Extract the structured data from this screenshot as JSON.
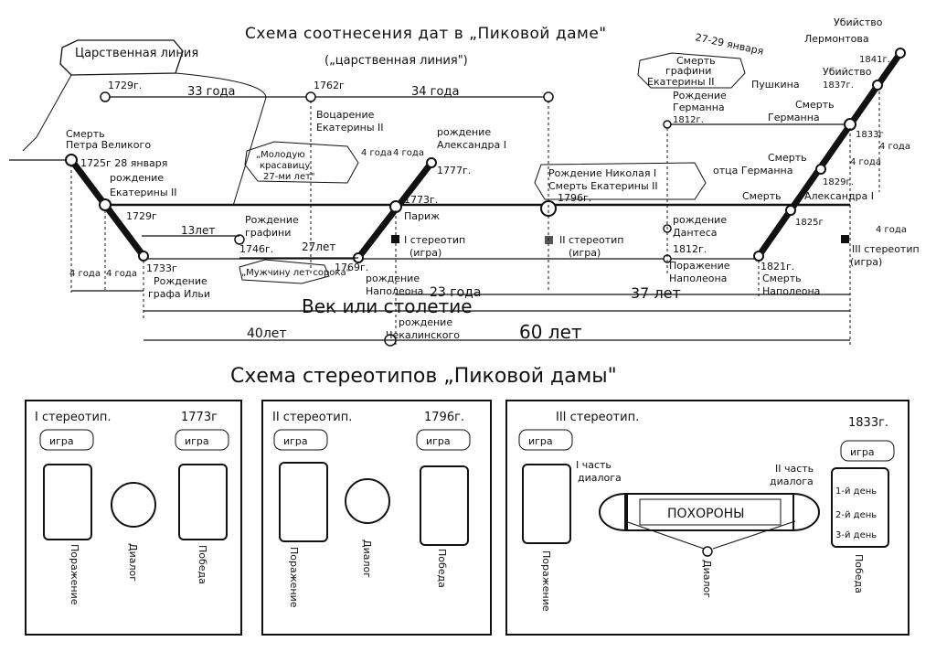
{
  "schema1": {
    "title": "Схема соотнесения дат в „Пиковой даме\"",
    "subtitle": "(„царственная линия\")",
    "royal_line_tag": "Царственная линия",
    "peter": {
      "line1": "Смерть",
      "line2": "Петра Великого",
      "date": "1725г 28 января"
    },
    "ekaterina_birth": {
      "line1": "рождение",
      "line2": "Екатерины II",
      "date": "1729г"
    },
    "ilya": {
      "date": "1733г",
      "line1": "Рождение",
      "line2": "графа Ильи"
    },
    "y1729": "1729г.",
    "gap33": "33 года",
    "y1762": "1762г",
    "accession": {
      "line1": "Воцарение",
      "line2": "Екатерины II"
    },
    "gap34": "34 года",
    "beauty": {
      "line1": "„Молодую",
      "line2": "красавицу",
      "line3": "27-ми лет\""
    },
    "four_a": "4 года",
    "four_b": "4 года",
    "alexander_birth": {
      "line1": "рождение",
      "line2": "Александра I",
      "date": "1777г."
    },
    "y1773": "1773г.",
    "paris": "Париж",
    "countess": {
      "line1": "Рождение",
      "line2": "графини",
      "date": "1746г."
    },
    "gap13": "13лет",
    "gap27": "27лет",
    "man40": "„Мужчину лет сорока\"",
    "y1769": "1769г.",
    "napoleon_birth": {
      "line1": "рождение",
      "line2": "Наполеона"
    },
    "stereo1": {
      "line1": "I стереотип",
      "line2": "(игра)"
    },
    "nikolai": {
      "line1": "Рождение Николая I",
      "line2": "Смерть Екатерины II",
      "date": "1796г."
    },
    "stereo2": {
      "line1": "II стереотип",
      "line2": "(игра)"
    },
    "gap23": "23 года",
    "gap37": "37 лет",
    "dantes": {
      "line1": "рождение",
      "line2": "Дантеса",
      "date": "1812г."
    },
    "napoleon_defeat": {
      "line1": "Поражение",
      "line2": "Наполеона"
    },
    "y1821": "1821г.",
    "napoleon_death": {
      "line1": "Смерть",
      "line2": "Наполеона"
    },
    "y1825": "1825г",
    "alexander_death": {
      "line1": "Смерть",
      "line2": "Александра I"
    },
    "y1829": "1829г.",
    "father_death": {
      "line1": "Смерть",
      "line2": "отца Германна"
    },
    "y1833": "1833г",
    "german_death": {
      "line1": "Смерть",
      "line2": "Германна"
    },
    "german_birth": {
      "line1": "Рождение",
      "line2": "Германна",
      "date": "1812г."
    },
    "countess_death": {
      "line1": "Смерть",
      "line2": "графини",
      "line3": "Екатерины II"
    },
    "jan": "27-29 января",
    "pushkin": {
      "line1": "Убийство",
      "line2": "Пушкина",
      "date": "1837г."
    },
    "lermontov": {
      "line1": "Убийство",
      "line2": "Лермонтова",
      "date": "1841г."
    },
    "stereo3": {
      "line1": "III стереотип",
      "line2": "(игра)"
    },
    "four_c": "4 года",
    "four_d": "4 года",
    "four_e": "4 года",
    "four_f": "4 года",
    "four_g": "4 года",
    "vek": "Век или столетие",
    "gap40": "40лет",
    "chekalinsky": {
      "line1": "рождение",
      "line2": "Чекалинского"
    },
    "gap60": "60 лет"
  },
  "schema2": {
    "title": "Схема стереотипов „Пиковой дамы\"",
    "panel1": {
      "heading": "I стереотип.",
      "year": "1773г",
      "game_left": "игра",
      "game_right": "игра",
      "defeat": "Поражение",
      "dialog": "Диалог",
      "victory": "Победа"
    },
    "panel2": {
      "heading": "II стереотип.",
      "year": "1796г.",
      "game_left": "игра",
      "game_right": "игра",
      "defeat": "Поражение",
      "dialog": "Диалог",
      "victory": "Победа"
    },
    "panel3": {
      "heading": "III стереотип.",
      "year": "1833г.",
      "game_left": "игра",
      "game_right": "игра",
      "part1": {
        "line1": "I часть",
        "line2": "диалога"
      },
      "part2": {
        "line1": "II часть",
        "line2": "диалога"
      },
      "funeral": "ПОХОРОНЫ",
      "day1": "1-й день",
      "day2": "2-й день",
      "day3": "3-й день",
      "defeat": "Поражение",
      "dialog": "Диалог",
      "victory": "Победа"
    }
  }
}
